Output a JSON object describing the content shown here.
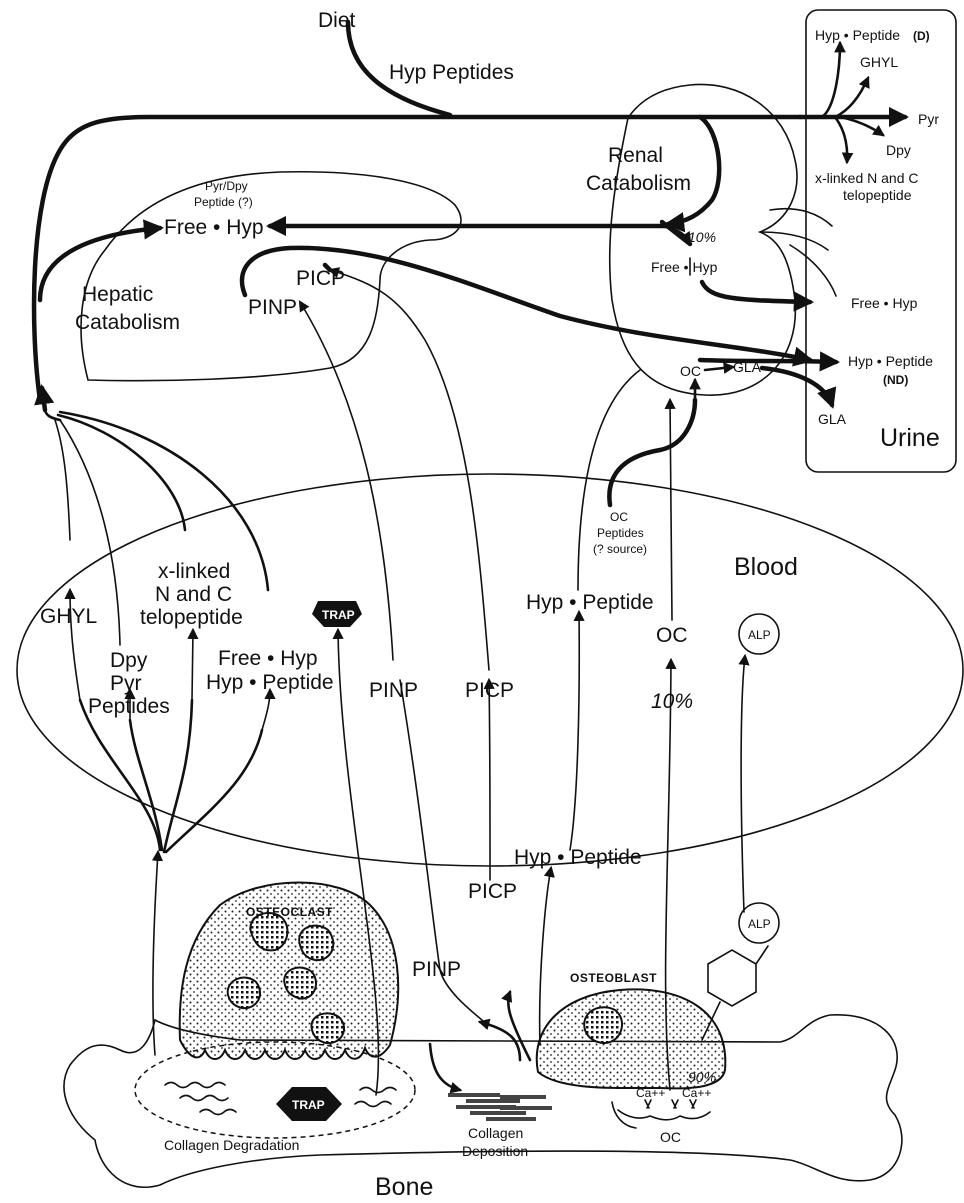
{
  "labels": {
    "diet": "Diet",
    "hyp_peptides": "Hyp Peptides",
    "urine": "Urine",
    "urine_hyp_peptide_d": "Hyp • Peptide",
    "urine_d_tag": "(D)",
    "urine_ghyl": "GHYL",
    "urine_pyr": "Pyr",
    "urine_dpy": "Dpy",
    "urine_xlinked_1": "x-linked N and C",
    "urine_xlinked_2": "telopeptide",
    "urine_free_hyp": "Free • Hyp",
    "urine_hyp_peptide_nd": "Hyp • Peptide",
    "urine_nd_tag": "(ND)",
    "urine_gla": "GLA",
    "renal_1": "Renal",
    "renal_2": "Catabolism",
    "renal_pct": "10%",
    "renal_free_hyp": "Free • Hyp",
    "renal_oc": "OC",
    "renal_gla": "GLA",
    "pyr_dpy_1": "Pyr/Dpy",
    "pyr_dpy_2": "Peptide (?)",
    "liver_free_hyp": "Free • Hyp",
    "hepatic_1": "Hepatic",
    "hepatic_2": "Catabolism",
    "liver_picp": "PICP",
    "liver_pinp": "PINP",
    "blood": "Blood",
    "oc_peptides_1": "OC",
    "oc_peptides_2": "Peptides",
    "oc_peptides_3": "(? source)",
    "blood_ghyl": "GHYL",
    "blood_dpy": "Dpy",
    "blood_pyr": "Pyr",
    "blood_peptides": "Peptides",
    "blood_xlinked_1": "x-linked",
    "blood_xlinked_2": "N and C",
    "blood_xlinked_3": "telopeptide",
    "blood_free_hyp": "Free • Hyp",
    "blood_hyp_peptide": "Hyp • Peptide",
    "blood_trap": "TRAP",
    "blood_pinp": "PINP",
    "blood_picp": "PICP",
    "blood_hyp_peptide2": "Hyp • Peptide",
    "blood_oc": "OC",
    "blood_alp": "ALP",
    "blood_pct": "10%",
    "bone_hyp_peptide": "Hyp • Peptide",
    "bone_picp": "PICP",
    "bone_pinp": "PINP",
    "osteoclast": "Osteoclast",
    "osteoblast": "Osteoblast",
    "bone_alp": "ALP",
    "bone_trap": "TRAP",
    "bone_pct": "90%",
    "ca1": "Ca++",
    "ca2": "Ca++",
    "bone_oc": "OC",
    "collagen_deg": "Collagen Degradation",
    "collagen_dep_1": "Collagen",
    "collagen_dep_2": "Deposition",
    "bone": "Bone"
  }
}
